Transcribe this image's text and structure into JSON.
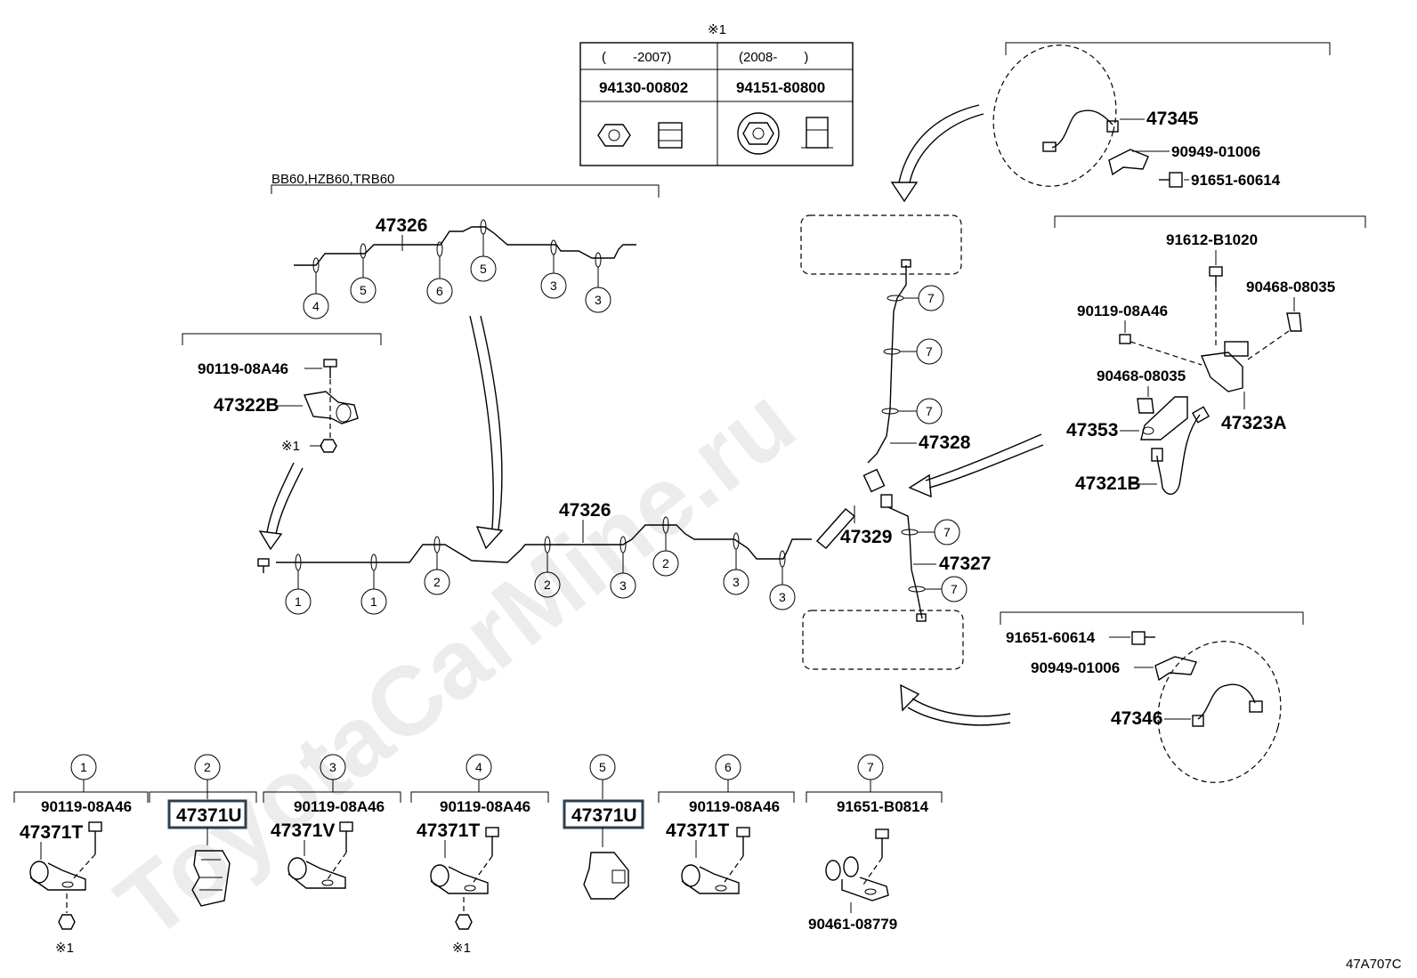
{
  "watermark": "ToyotaCarMine.ru",
  "ref_code": "47A707C",
  "note_marker": "※1",
  "note_table": {
    "col1_range": "(　　-2007)",
    "col2_range": "(2008-　　)",
    "col1_part": "94130-00802",
    "col2_part": "94151-80800"
  },
  "models_label": "BB60,HZB60,TRB60",
  "parts": {
    "tube_upper": "47326",
    "tube_main": "47326",
    "bracket_left": "47322B",
    "bolt_left": "90119-08A46",
    "nut_left": "※1",
    "tube_vertical": "47328",
    "tube_lower": "47327",
    "hose_mid": "47329",
    "hose_front_rh": "47345",
    "clip_front_rh": "90949-01006",
    "bolt_front_rh": "91651-60614",
    "bolt_right_top": "91612-B1020",
    "clip_right_a": "90468-08035",
    "bolt_right": "90119-08A46",
    "clip_right_b": "90468-08035",
    "bracket_right": "47353",
    "bracket_right_a": "47323A",
    "hose_right": "47321B",
    "bolt_rear": "91651-60614",
    "clip_rear": "90949-01006",
    "hose_rear": "47346"
  },
  "callouts": [
    "1",
    "2",
    "3",
    "4",
    "5",
    "6",
    "7"
  ],
  "clamps": [
    {
      "num": "1",
      "bolt": "90119-08A46",
      "clamp": "47371T",
      "nut": "※1"
    },
    {
      "num": "2",
      "clamp": "47371U"
    },
    {
      "num": "3",
      "bolt": "90119-08A46",
      "clamp": "47371V"
    },
    {
      "num": "4",
      "bolt": "90119-08A46",
      "clamp": "47371T",
      "nut": "※1"
    },
    {
      "num": "5",
      "clamp": "47371U"
    },
    {
      "num": "6",
      "bolt": "90119-08A46",
      "clamp": "47371T"
    },
    {
      "num": "7",
      "bolt": "91651-B0814",
      "clip": "90461-08779"
    }
  ]
}
